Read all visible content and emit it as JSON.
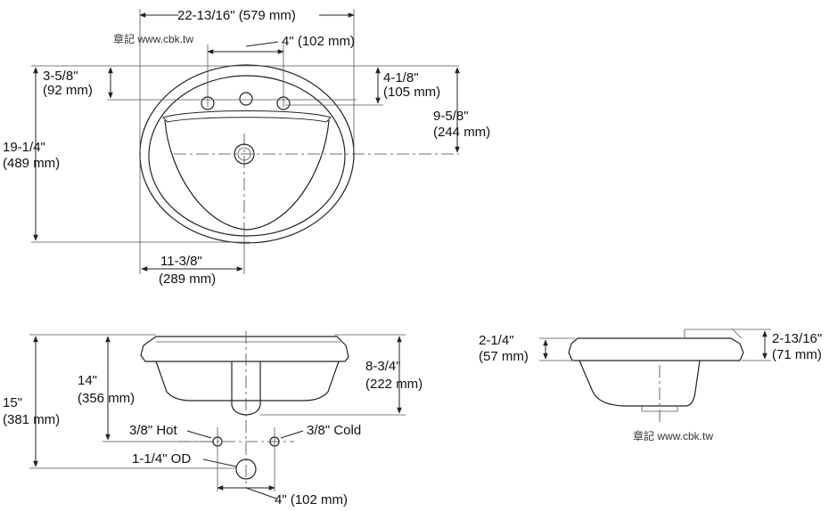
{
  "watermark": "章記 www.cbk.tw",
  "top_view": {
    "overall_width": "22-13/16\" (579 mm)",
    "faucet_spread": "4\" (102 mm)",
    "left_depth_line1": "3-5/8\"",
    "left_depth_line2": "(92 mm)",
    "right_depth_line1": "4-1/8\"",
    "right_depth_line2": "(105 mm)",
    "drain_depth_line1": "9-5/8\"",
    "drain_depth_line2": "(244 mm)",
    "overall_depth_line1": "19-1/4\"",
    "overall_depth_line2": "(489 mm)",
    "half_width_line1": "11-3/8\"",
    "half_width_line2": "(289 mm)"
  },
  "front_view": {
    "total_height_line1": "15\"",
    "total_height_line2": "(381 mm)",
    "supply_height_line1": "14\"",
    "supply_height_line2": "(356 mm)",
    "bowl_depth_line1": "8-3/4\"",
    "bowl_depth_line2": "(222 mm)",
    "hot_label": "3/8\" Hot",
    "cold_label": "3/8\" Cold",
    "outlet_label": "1-1/4\" OD",
    "supply_spread": "4\" (102 mm)"
  },
  "side_view": {
    "rim_height_line1": "2-1/4\"",
    "rim_height_line2": "(57 mm)",
    "deck_height_line1": "2-13/16\"",
    "deck_height_line2": "(71 mm)"
  }
}
